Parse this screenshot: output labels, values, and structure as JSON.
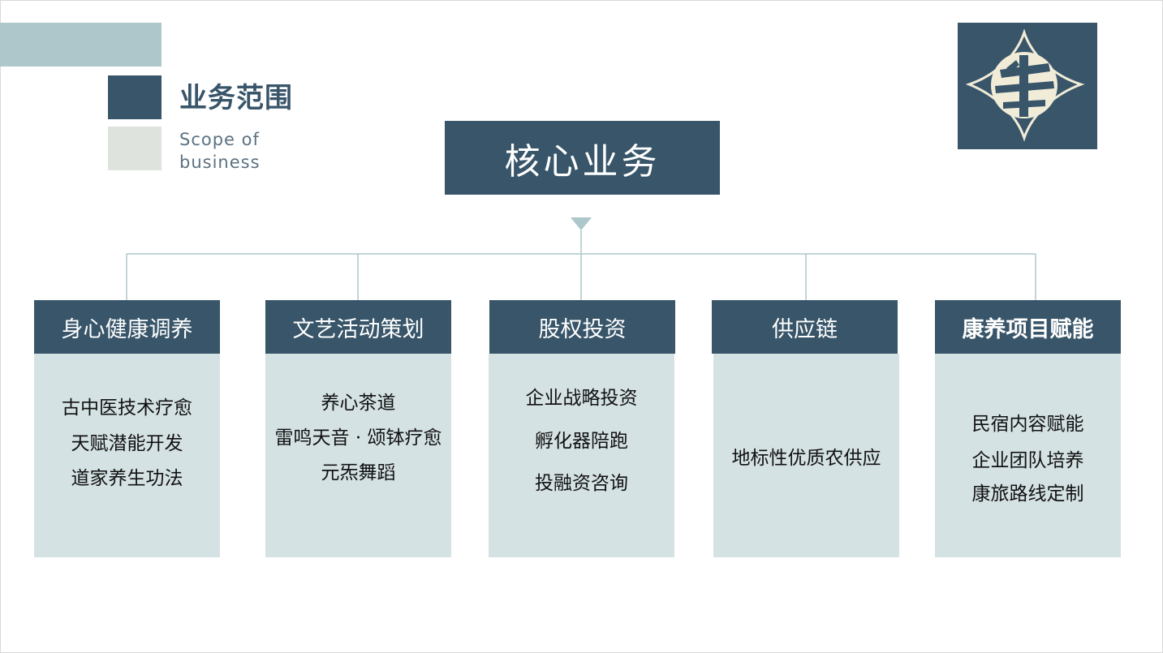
{
  "header": {
    "title": "业务范围",
    "subtitle": "Scope of business"
  },
  "core": {
    "label": "核心业务"
  },
  "colors": {
    "primary": "#385569",
    "accent_light": "#adc7cb",
    "panel": "#d5e2e4",
    "swatch_gray": "#dee3dd"
  },
  "logo": {
    "icon": "diamond-seal-logo"
  },
  "categories": [
    {
      "title": "身心健康调养",
      "items": [
        "古中医技术疗愈",
        "天赋潜能开发",
        "道家养生功法"
      ]
    },
    {
      "title": "文艺活动策划",
      "items": [
        "养心茶道",
        "雷鸣天音 · 颂钵疗愈",
        "元炁舞蹈"
      ]
    },
    {
      "title": "股权投资",
      "items": [
        "企业战略投资",
        "孵化器陪跑",
        "投融资咨询"
      ]
    },
    {
      "title": "供应链",
      "items": [
        "地标性优质农供应"
      ]
    },
    {
      "title": "康养项目赋能",
      "items": [
        "民宿内容赋能",
        "企业团队培养",
        "康旅路线定制"
      ]
    }
  ]
}
